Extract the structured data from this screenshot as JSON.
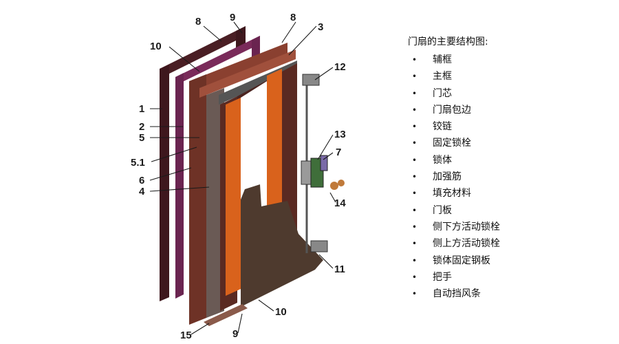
{
  "diagram": {
    "callouts": [
      "10",
      "8",
      "9",
      "8",
      "3",
      "12",
      "1",
      "2",
      "5",
      "5.1",
      "6",
      "4",
      "13",
      "7",
      "14",
      "11",
      "15",
      "9",
      "10"
    ]
  },
  "legend": {
    "title": "门扇的主要结构图:",
    "items": [
      "辅框",
      "主框",
      "门芯",
      "门扇包边",
      "铰链",
      "固定锁栓",
      "锁体",
      "加强筋",
      "填充材料",
      "门板",
      "侧下方活动锁栓",
      "侧上方活动锁栓",
      "锁体固定钢板",
      "把手",
      "自动挡风条"
    ]
  },
  "colors": {
    "frame_dark": "#4a1e24",
    "frame_purple": "#7a2a5a",
    "panel_brown": "#7a3a2a",
    "core_orange": "#d9621c",
    "door_plate": "#4e3a2e",
    "steel_gray": "#777777",
    "lock_green": "#3f6e3a"
  }
}
